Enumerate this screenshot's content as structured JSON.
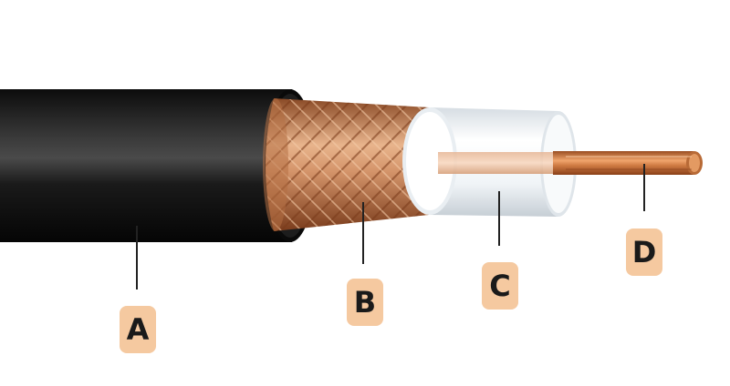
{
  "diagram": {
    "labels": {
      "a": "A",
      "b": "B",
      "c": "C",
      "d": "D"
    },
    "colors": {
      "jacket": "#151515",
      "braid": "#c98a5e",
      "dielectric": "#f2f6f9",
      "core": "#c8773f",
      "label_bg": "#f5c9a0",
      "leader": "#222222"
    },
    "parts": [
      "outer-jacket",
      "braided-shield",
      "dielectric-insulator",
      "copper-core"
    ]
  }
}
